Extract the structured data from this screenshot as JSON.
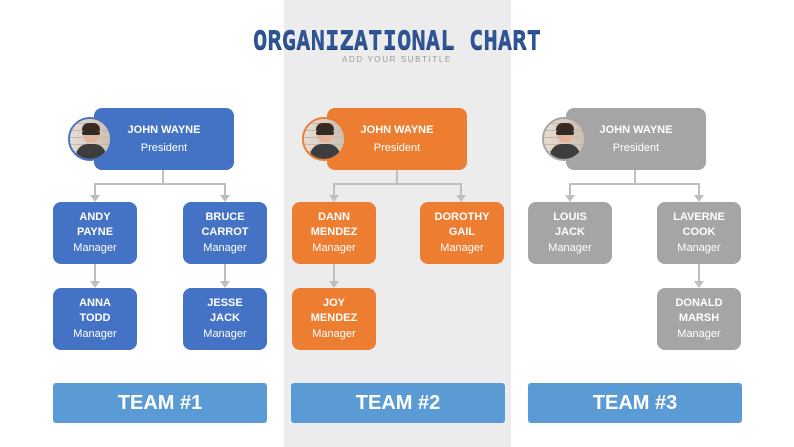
{
  "header": {
    "title": "ORGANIZATIONAL CHART",
    "subtitle": "ADD YOUR SUBTITLE"
  },
  "colors": {
    "team1": "#4472c4",
    "team2": "#ed7d31",
    "team3": "#a5a5a5",
    "team_label": "#5b9bd5",
    "connector": "#bfbfbf",
    "title": "#2f5597"
  },
  "teams": [
    {
      "president": {
        "name": "JOHN WAYNE",
        "role": "President",
        "icon": "person-photo-icon"
      },
      "members": [
        {
          "first": "ANDY",
          "last": "PAYNE",
          "role": "Manager"
        },
        {
          "first": "BRUCE",
          "last": "CARROT",
          "role": "Manager"
        },
        {
          "first": "ANNA",
          "last": "TODD",
          "role": "Manager"
        },
        {
          "first": "JESSE",
          "last": "JACK",
          "role": "Manager"
        }
      ],
      "label": "TEAM #1"
    },
    {
      "president": {
        "name": "JOHN WAYNE",
        "role": "President",
        "icon": "person-photo-icon"
      },
      "members": [
        {
          "first": "DANN",
          "last": "MENDEZ",
          "role": "Manager"
        },
        {
          "first": "DOROTHY",
          "last": "GAIL",
          "role": "Manager"
        },
        {
          "first": "JOY",
          "last": "MENDEZ",
          "role": "Manager"
        }
      ],
      "label": "TEAM #2"
    },
    {
      "president": {
        "name": "JOHN WAYNE",
        "role": "President",
        "icon": "person-photo-icon"
      },
      "members": [
        {
          "first": "LOUIS",
          "last": "JACK",
          "role": "Manager"
        },
        {
          "first": "LAVERNE",
          "last": "COOK",
          "role": "Manager"
        },
        {
          "first": "DONALD",
          "last": "MARSH",
          "role": "Manager"
        }
      ],
      "label": "TEAM #3"
    }
  ]
}
